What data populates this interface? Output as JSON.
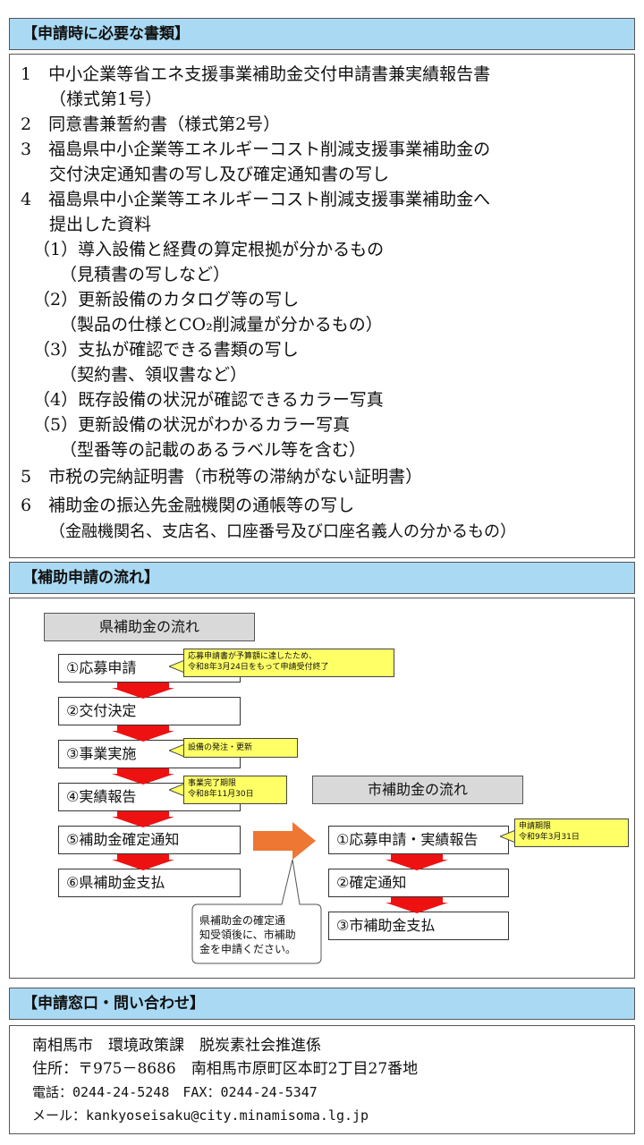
{
  "documents": {
    "header": "【申請時に必要な書類】",
    "lines": [
      "1　中小企業等省エネ支援事業補助金交付申請書兼実績報告書",
      "（様式第1号）",
      "2　同意書兼誓約書（様式第2号）",
      "3　福島県中小企業等エネルギーコスト削減支援事業補助金の",
      "交付決定通知書の写し及び確定通知書の写し",
      "4　福島県中小企業等エネルギーコスト削減支援事業補助金へ",
      "提出した資料",
      "（1）導入設備と経費の算定根拠が分かるもの",
      "（見積書の写しなど）",
      "（2）更新設備のカタログ等の写し",
      "（製品の仕様とCO₂削減量が分かるもの）",
      "（3）支払が確認できる書類の写し",
      "（契約書、領収書など）",
      "（4）既存設備の状況が確認できるカラー写真",
      "（5）更新設備の状況がわかるカラー写真",
      "（型番等の記載のあるラベル等を含む）",
      "5　市税の完納証明書（市税等の滞納がない証明書）",
      "6　補助金の振込先金融機関の通帳等の写し",
      "（金融機関名、支店名、口座番号及び口座名義人の分かるもの）"
    ]
  },
  "flow": {
    "header": "【補助申請の流れ】",
    "pref_title": "県補助金の流れ",
    "pref_steps": [
      "①応募申請",
      "②交付決定",
      "③事業実施",
      "④実績報告",
      "⑤補助金確定通知",
      "⑥県補助金支払"
    ],
    "note_apply_1": "応募申請書が予算額に達したため、",
    "note_apply_2": "令和8年3月24日をもって申請受付終了",
    "note_impl": "設備の発注・更新",
    "note_report_1": "事業完了期限",
    "note_report_2": "令和8年11月30日",
    "city_title": "市補助金の流れ",
    "city_steps": [
      "①応募申請・実績報告",
      "②確定通知",
      "③市補助金支払"
    ],
    "note_city_1": "申請期限",
    "note_city_2": "令和9年3月31日",
    "callout_1": "県補助金の確定通",
    "callout_2": "知受領後に、市補助",
    "callout_3": "金を申請ください。",
    "colors": {
      "arrow_red": "#ee1111",
      "arrow_orange": "#ee7733",
      "header_blue": "#a9d9f3",
      "note_yellow": "#ffff66"
    }
  },
  "contact": {
    "header": "【申請窓口・問い合わせ】",
    "org": "南相馬市　環境政策課　脱炭素社会推進係",
    "address": "住所：〒975－8686　南相馬市原町区本町2丁目27番地",
    "phone": "電話：0244-24-5248　FAX：0244-24-5347",
    "email": "メール：kankyoseisaku@city.minamisoma.lg.jp"
  }
}
